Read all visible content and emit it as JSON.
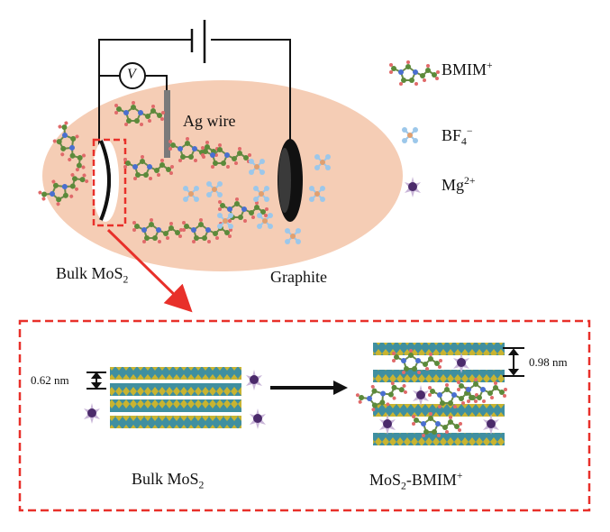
{
  "labels": {
    "voltmeter": "V",
    "ag_wire": "Ag wire",
    "bulk_mos2_base": "Bulk MoS",
    "bulk_mos2_sub": "2",
    "graphite": "Graphite",
    "legend_bmim_base": "BMIM",
    "legend_bmim_sup": "+",
    "legend_bf4_base": "BF",
    "legend_bf4_sub": "4",
    "legend_bf4_sup": "−",
    "legend_mg_base": "Mg",
    "legend_mg_sup": "2+",
    "spacing_bulk": "0.62 nm",
    "spacing_intercalated": "0.98 nm",
    "inset_bulk_base": "Bulk MoS",
    "inset_bulk_sub": "2",
    "inset_product_a": "MoS",
    "inset_product_sub": "2",
    "inset_product_b": "-BMIM",
    "inset_product_sup": "+"
  },
  "colors": {
    "electrolyte": "#f5cdb5",
    "border_dash": "#e8302a",
    "layer_s": "#c9b430",
    "layer_mo": "#3f8fa0",
    "mg_ion": "#4b2a6b",
    "bmim_carbon": "#5c8a3a",
    "bmim_nitrogen": "#4a6fd0",
    "bf4_f": "#9cc7ea",
    "bf4_b": "#e0a070"
  },
  "icons": [
    "bmim-molecule-icon",
    "bf4-anion-icon",
    "mg-ion-icon",
    "voltmeter-icon",
    "battery-icon",
    "arrow-icon"
  ]
}
